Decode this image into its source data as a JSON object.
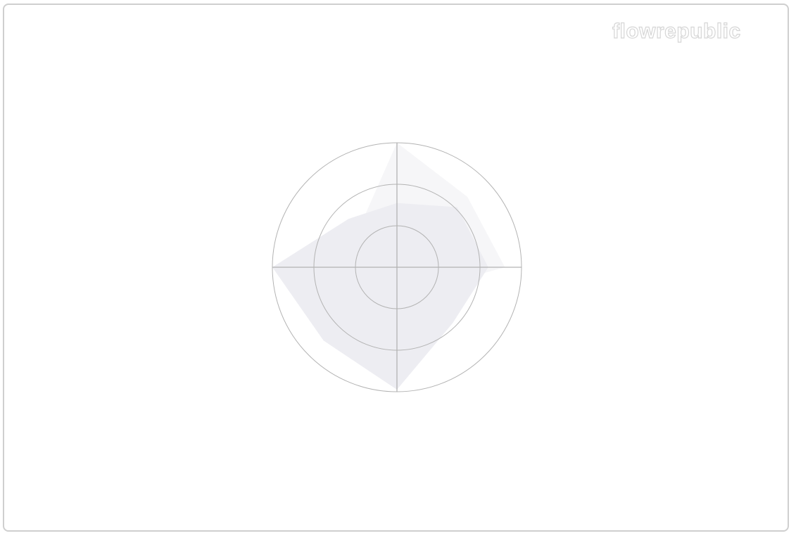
{
  "brand": {
    "logo_text": "flowrepublic",
    "logo_color": "#ffffff",
    "logo_stroke": "#d6d6d6"
  },
  "colors": {
    "card_border": "#cfcfcf",
    "grid": "#b3b3b3",
    "series_fill": "#ededf2",
    "series_fill_secondary": "#f6f6f8"
  },
  "chart_data": {
    "type": "radar",
    "title": "",
    "axes": [
      "",
      "",
      "",
      "",
      "",
      "",
      "",
      ""
    ],
    "rings": [
      1,
      2,
      3
    ],
    "range": [
      0,
      3
    ],
    "grid": true,
    "legend": "none",
    "series": [
      {
        "values": [
          1.55,
          2.05,
          2.2,
          1.9,
          2.95,
          2.5,
          3.0,
          1.65
        ]
      },
      {
        "values": [
          3.0,
          2.4,
          2.6,
          0.8,
          1.2,
          0.8,
          0.2,
          1.3
        ]
      }
    ]
  }
}
